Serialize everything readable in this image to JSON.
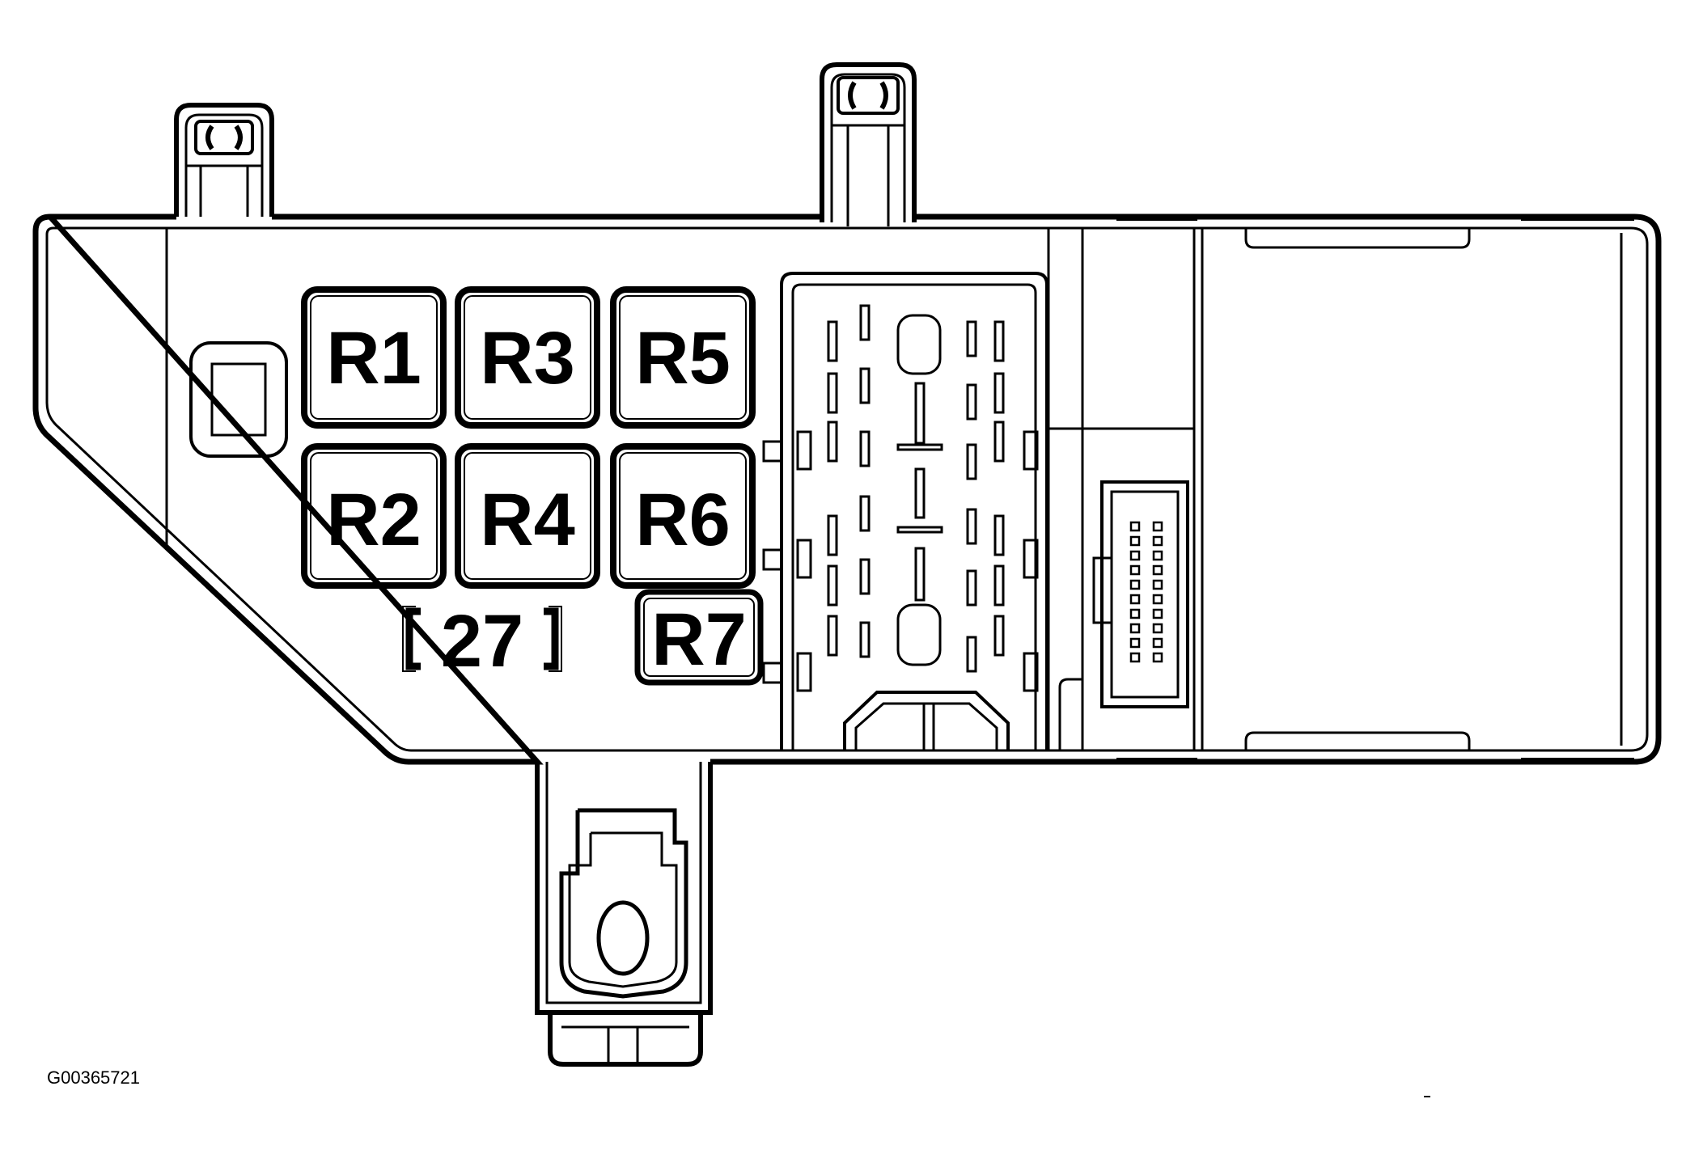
{
  "relays": [
    {
      "id": "r1",
      "label": "R1"
    },
    {
      "id": "r2",
      "label": "R2"
    },
    {
      "id": "r3",
      "label": "R3"
    },
    {
      "id": "r4",
      "label": "R4"
    },
    {
      "id": "r5",
      "label": "R5"
    },
    {
      "id": "r6",
      "label": "R6"
    },
    {
      "id": "r7",
      "label": "R7"
    }
  ],
  "fuse_label": "27",
  "figure_id": "G00365721",
  "colors": {
    "ink": "#000000",
    "paper": "#ffffff"
  }
}
